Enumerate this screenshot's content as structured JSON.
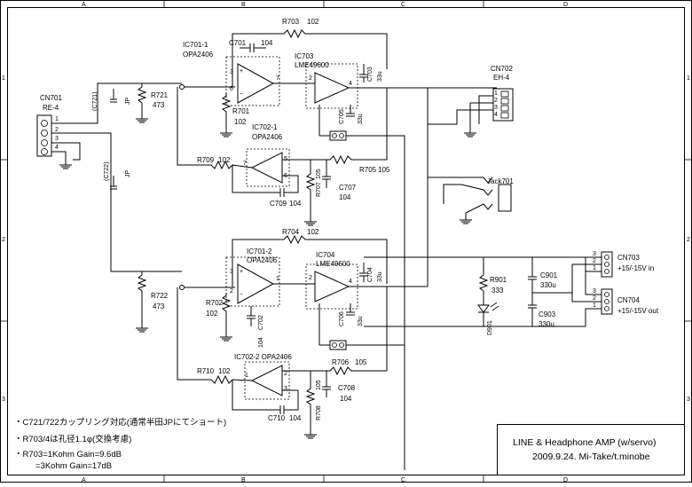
{
  "grid": {
    "cols": [
      "A",
      "B",
      "C",
      "D"
    ],
    "rows": [
      "1",
      "2",
      "3"
    ]
  },
  "components": {
    "ic701_1": "IC701-1",
    "opa2406": "OPA2406",
    "ic703": "IC703",
    "lme": "LME49600",
    "ic702_1": "IC702-1",
    "opa2406b": "OPA2406",
    "ic701_2": "IC701-2",
    "opa2406c": "OPA2406",
    "ic704": "IC704",
    "lme2": "LME49600",
    "ic702_2": "IC702-2 OPA2406",
    "cn701": "CN701",
    "re4": "RE-4",
    "cn702": "CN702",
    "eh4": "EH-4",
    "cn703": "CN703",
    "cn704": "CN704",
    "jack": "Jack701",
    "c721": "(C721)",
    "c722": "(C722)",
    "jp1": "JP",
    "jp2": "JP",
    "r721": "R721",
    "r721v": "473",
    "r722": "R722",
    "r722v": "473",
    "c701": "C701",
    "c701v": "104",
    "r703": "R703",
    "r703v": "102",
    "r701": "R701",
    "r701v": "102",
    "c703": "C703",
    "c703v": "33u",
    "c705": "C705",
    "c705v": "33u",
    "r709": "R709",
    "r709v": "102",
    "r705": "R705",
    "r705v": "105",
    "r707": "R707",
    "r707v": "105",
    "c707": "C707",
    "c707v": "104",
    "c709": "C709",
    "c709v": "104",
    "r704": "R704",
    "r704v": "102",
    "r702": "R702",
    "r702v": "102",
    "c702": "C702",
    "c702v": "104",
    "c704": "C704",
    "c704v": "33u",
    "c706": "C706",
    "c706v": "33u",
    "r710": "R710",
    "r710v": "102",
    "r706": "R706",
    "r706v": "105",
    "r708": "R708",
    "r708v": "105",
    "c708": "C708",
    "c708v": "104",
    "c710": "C710",
    "c710v": "104",
    "r901": "R901",
    "r901v": "333",
    "d901": "D901",
    "c901": "C901",
    "c901v": "330u",
    "c903": "C903",
    "c903v": "330u",
    "in_label": "+15/-15V in",
    "out_label": "+15/-15V out"
  },
  "notes": [
    "・C721/722カップリング対応(通常半田JPにてショート)",
    "・R703/4は孔径1.1φ(交換考慮)",
    "・R703=1Kohm Gain=9.6dB",
    "=3Kohm Gain=17dB"
  ],
  "title_block": {
    "title": "LINE & Headphone AMP (w/servo)",
    "date": "2009.9.24.  Mi-Take/t.minobe"
  }
}
